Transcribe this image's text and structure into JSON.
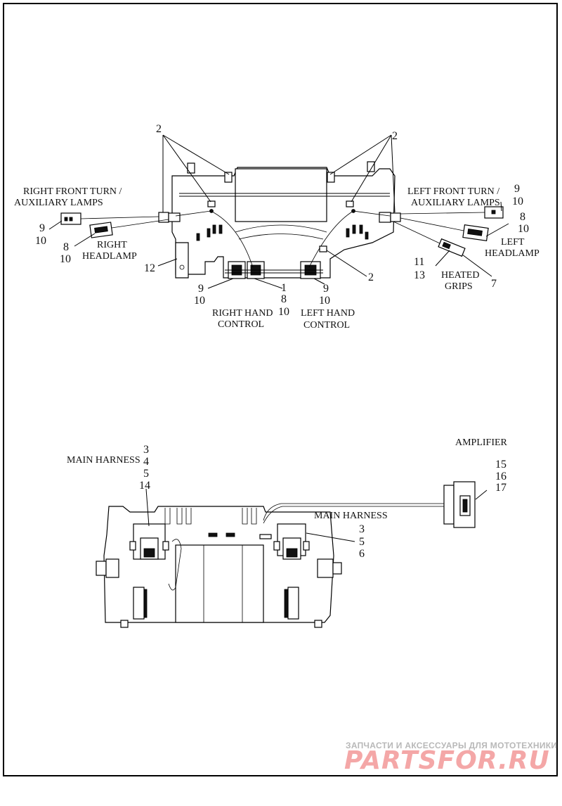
{
  "labels": {
    "right_front_turn": [
      "RIGHT FRONT TURN /",
      "AUXILIARY LAMPS"
    ],
    "left_front_turn": [
      "LEFT FRONT TURN /",
      "AUXILIARY LAMPS"
    ],
    "right_headlamp": [
      "RIGHT",
      "HEADLAMP"
    ],
    "left_headlamp": [
      "LEFT",
      "HEADLAMP"
    ],
    "heated_grips": [
      "HEATED",
      "GRIPS"
    ],
    "right_hand_control": [
      "RIGHT HAND",
      "CONTROL"
    ],
    "left_hand_control": [
      "LEFT HAND",
      "CONTROL"
    ],
    "main_harness_left": "MAIN HARNESS",
    "main_harness_right": "MAIN HARNESS",
    "amplifier": "AMPLIFIER"
  },
  "callouts": {
    "top_left_2": "2",
    "top_right_2": "2",
    "rf_9": "9",
    "rf_10": "10",
    "rh_8": "8",
    "rh_10": "10",
    "lf_9": "9",
    "lf_10": "10",
    "lh_8": "8",
    "lh_10": "10",
    "hg_11": "11",
    "hg_13": "13",
    "hg_7": "7",
    "c12": "12",
    "rhc_9": "9",
    "rhc_10": "10",
    "c1": "1",
    "c1_8": "8",
    "c1_10": "10",
    "lhc_9": "9",
    "lhc_10": "10",
    "bottom_2": "2",
    "mhl": [
      "3",
      "4",
      "5",
      "14"
    ],
    "mhr": [
      "3",
      "5",
      "6"
    ],
    "amp": [
      "15",
      "16",
      "17"
    ]
  },
  "watermark": {
    "tagline": "ЗАПЧАСТИ И АКСЕССУАРЫ ДЛЯ МОТОТЕХНИКИ",
    "logo": "PARTSFOR.RU"
  },
  "colors": {
    "line": "#000000",
    "background": "#ffffff",
    "watermark_logo": "#f4a7a7",
    "watermark_text": "#b8b8b8"
  }
}
